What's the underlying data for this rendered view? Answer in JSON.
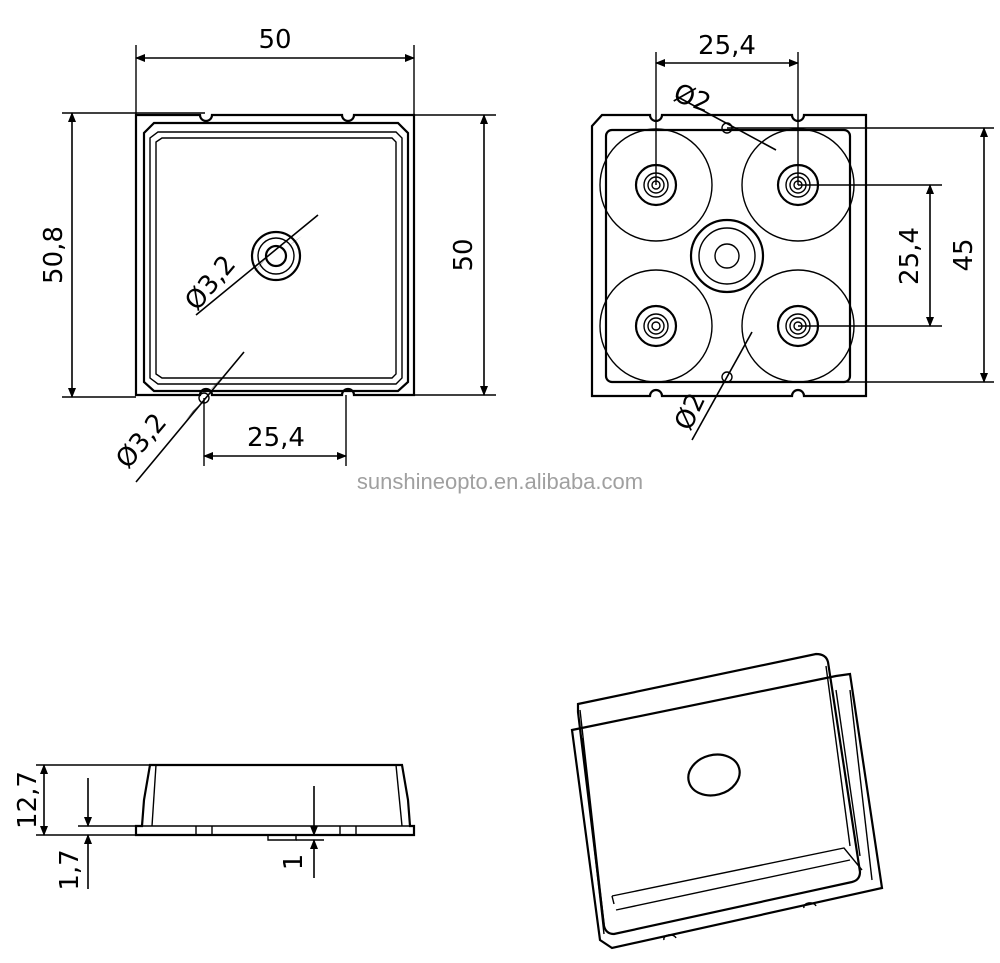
{
  "watermark": "sunshineopto.en.alibaba.com",
  "views": {
    "top_view": {
      "width": "50",
      "height_outer": "50,8",
      "height_inner": "50",
      "center_hole": "Ø3,2",
      "mount_hole": "Ø3,2",
      "hole_spacing": "25,4"
    },
    "bottom_view": {
      "led_spacing_x": "25,4",
      "top_hole": "Ø2",
      "led_spacing_y": "25,4",
      "height": "45",
      "bottom_hole": "Ø2"
    },
    "side_view": {
      "total_height": "12,7",
      "flange_height": "1,7",
      "step_height": "1"
    }
  }
}
